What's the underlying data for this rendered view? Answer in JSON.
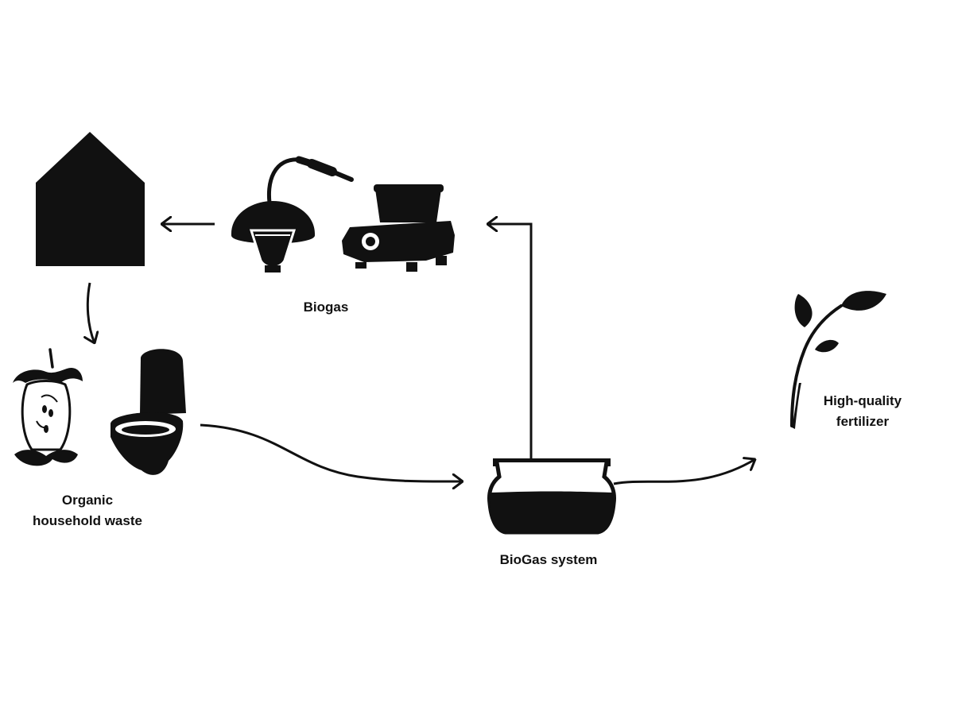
{
  "labels": {
    "biogas": "Biogas",
    "organic_line1": "Organic",
    "organic_line2": "household waste",
    "biogas_system": "BioGas system",
    "fertilizer_line1": "High-quality",
    "fertilizer_line2": "fertilizer"
  },
  "colors": {
    "ink": "#111111",
    "background": "#ffffff"
  },
  "icons": [
    "house-icon",
    "lamp-icon",
    "stove-icon",
    "apple-core-icon",
    "toilet-icon",
    "biogas-tank-icon",
    "plant-icon"
  ]
}
